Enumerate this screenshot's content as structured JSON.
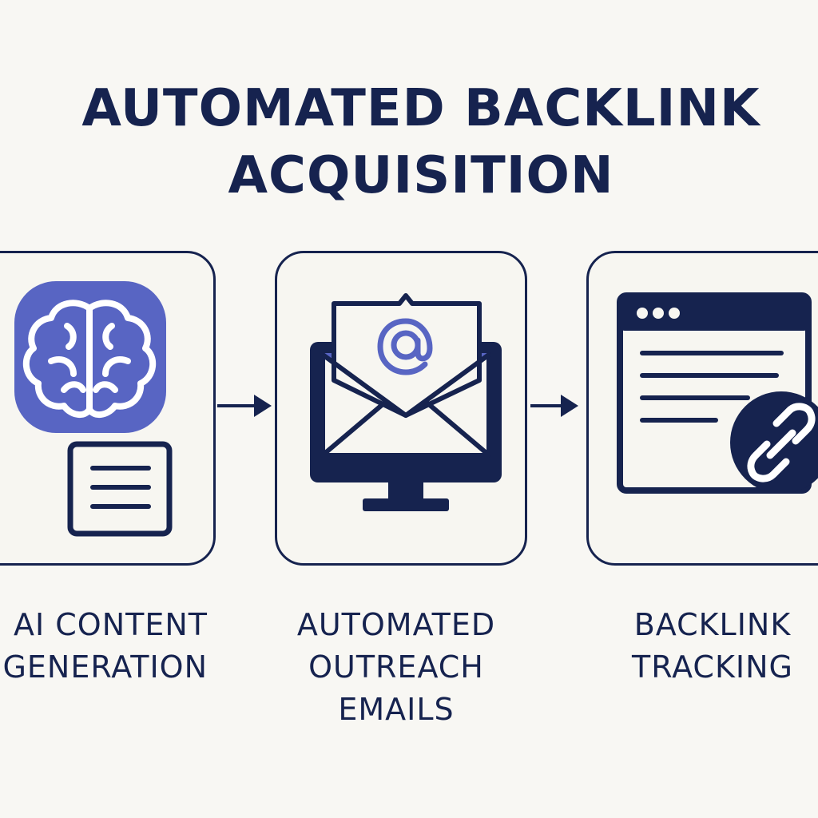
{
  "title": {
    "line1": "AUTOMATED BACKLINK",
    "line2": "ACQUISITION"
  },
  "steps": [
    {
      "icon": "brain-icon",
      "secondary_icon": "document-icon",
      "label_lines": [
        "AI CONTENT",
        "GENERATION"
      ]
    },
    {
      "icon": "email-monitor-icon",
      "label_lines": [
        "AUTOMATED",
        "OUTREACH",
        "EMAILS"
      ]
    },
    {
      "icon": "browser-link-icon",
      "label_lines": [
        "BACKLINK",
        "TRACKING"
      ]
    }
  ],
  "colors": {
    "background": "#f8f7f3",
    "navy": "#16234f",
    "accent": "#5865c3",
    "light_accent": "#e3e5f3"
  }
}
